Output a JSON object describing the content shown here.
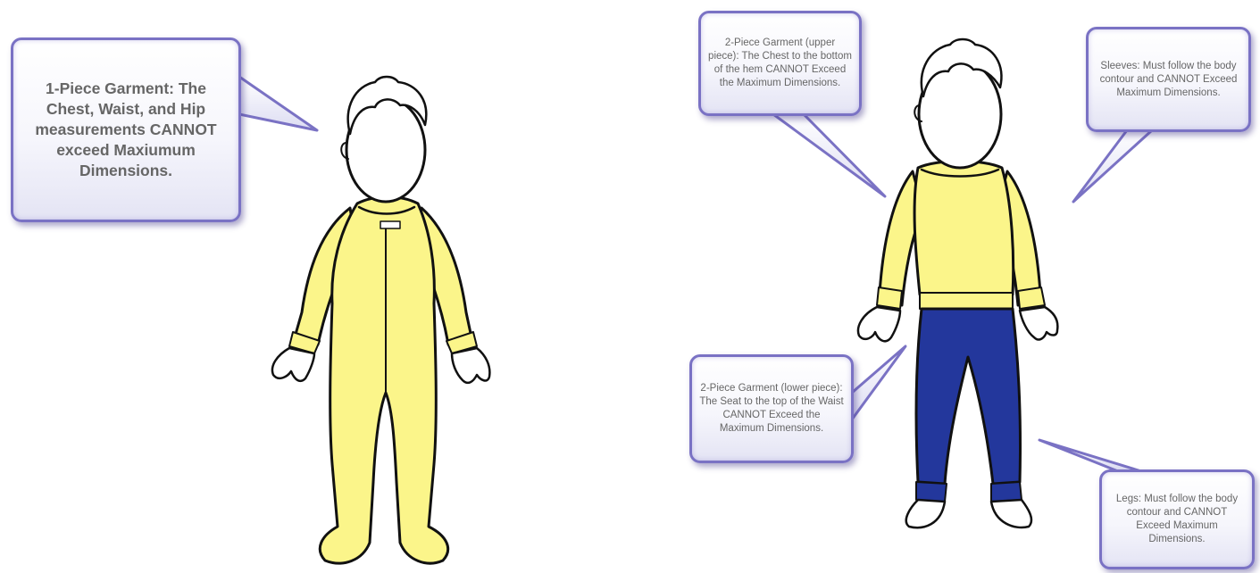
{
  "callouts": {
    "one_piece": "1-Piece Garment: The Chest, Waist, and Hip measurements CANNOT exceed Maxiumum Dimensions.",
    "upper_piece": "2-Piece Garment (upper piece): The Chest to the bottom of the hem CANNOT Exceed the Maximum Dimensions.",
    "sleeves": "Sleeves: Must follow the body contour and CANNOT Exceed Maximum Dimensions.",
    "lower_piece": "2-Piece Garment (lower piece): The Seat to the top of the Waist CANNOT Exceed the Maximum Dimensions.",
    "legs": "Legs: Must follow the body contour and CANNOT Exceed Maximum Dimensions."
  },
  "colors": {
    "garment_yellow": "#fbf58a",
    "pants_blue": "#23379c",
    "callout_border": "#7a72c4",
    "callout_text": "#666666"
  }
}
